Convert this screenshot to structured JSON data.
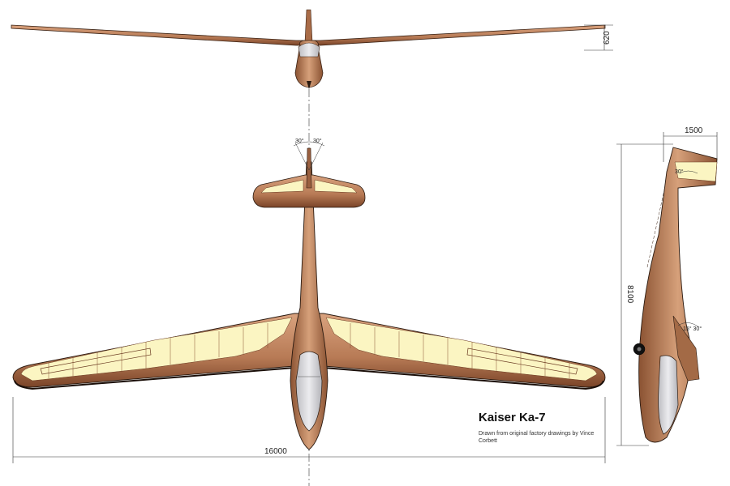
{
  "title": "Kaiser Ka-7",
  "credit": "Drawn from original factory drawings by Vince Corbett",
  "dimensions": {
    "span": "16000",
    "length": "8100",
    "tail_height": "1500",
    "dihedral_height": "620"
  },
  "angles": {
    "rudder_left": "30°",
    "rudder_right": "30°",
    "elevator": "30°",
    "aileron": "15° 30°"
  },
  "colors": {
    "wood": "#b77a55",
    "wood_dark": "#6a3a22",
    "fabric": "#fbf5c2",
    "canopy": "#d6d6d9",
    "outline": "#2a1a10"
  }
}
